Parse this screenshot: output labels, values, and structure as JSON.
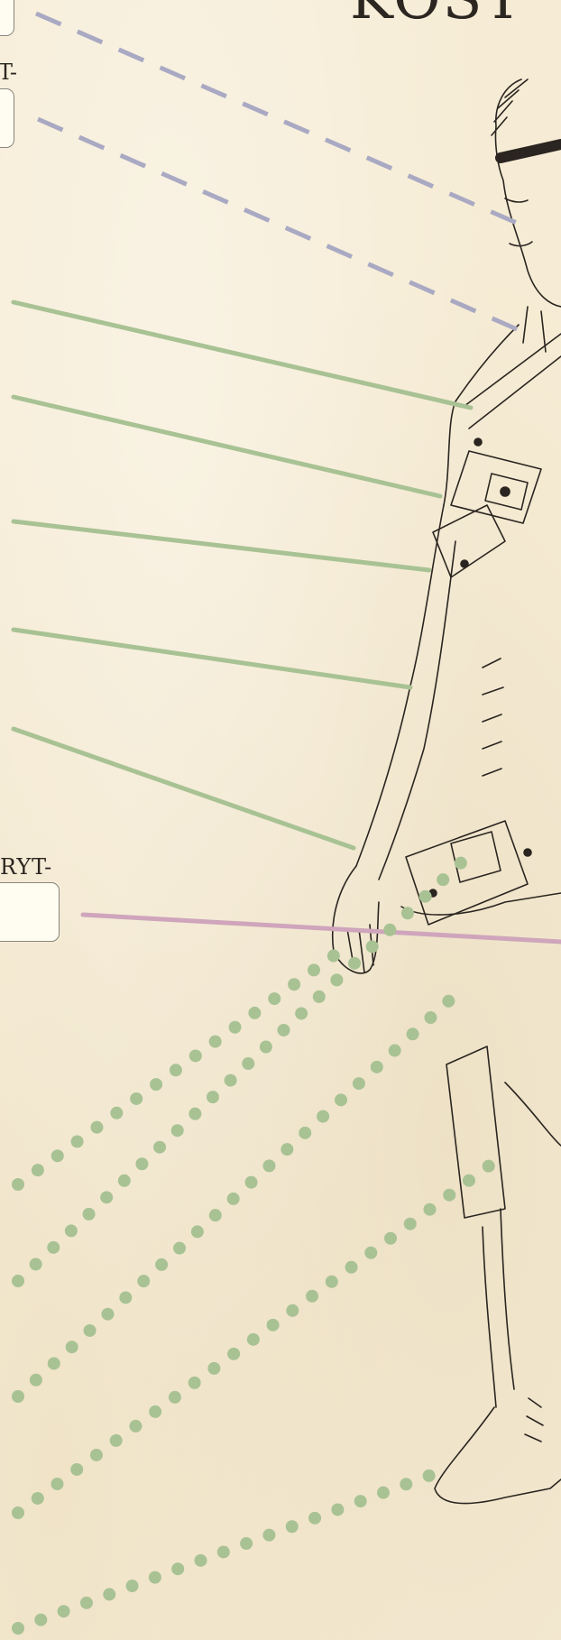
{
  "page": {
    "title": "KOST",
    "fragment_label_top": "T-",
    "fragment_label_mid": "RYT-"
  },
  "fields": [
    {
      "name": "field-box-1",
      "value": ""
    },
    {
      "name": "field-box-2",
      "value": ""
    },
    {
      "name": "field-box-3",
      "value": ""
    }
  ],
  "colors": {
    "paper": "#f6ecd5",
    "dashed_line": "#aaa9c3",
    "solid_line": "#a8c294",
    "pink_line": "#cfa5bc",
    "dotted_line": "#a8c294",
    "ink": "#2b2620"
  },
  "illustration": {
    "icon": "character-sketch-icon"
  }
}
